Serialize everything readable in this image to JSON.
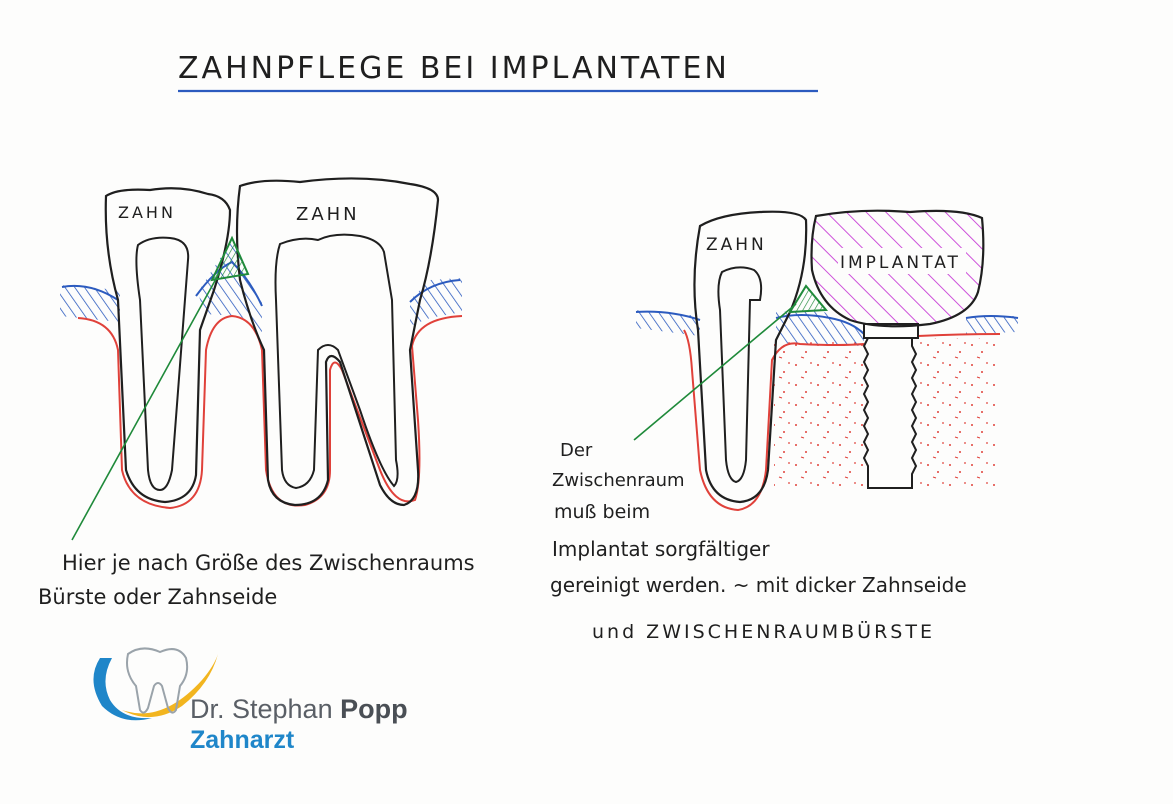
{
  "title": "ZAHNPFLEGE BEI IMPLANTATEN",
  "left_diagram": {
    "tooth1_label": "ZAHN",
    "tooth2_label": "ZAHN",
    "note_line1": "Hier je nach Größe des Zwischenraums",
    "note_line2": "Bürste oder Zahnseide"
  },
  "right_diagram": {
    "tooth_label": "ZAHN",
    "implant_label": "IMPLANTAT",
    "note_line1": "Der",
    "note_line2": "Zwischenraum",
    "note_line3": "muß beim",
    "note_line4": "Implantat sorgfältiger",
    "note_line5": "gereinigt werden. ~ mit dicker Zahnseide",
    "note_line6": "und ZWISCHENRAUMBÜRSTE"
  },
  "logo": {
    "name_prefix": "Dr. Stephan ",
    "name_bold": "Popp",
    "subtitle": "Zahnarzt"
  },
  "colors": {
    "ink": "#1f1f1f",
    "gum_line": "#2c5bbf",
    "bone_line": "#e0413a",
    "plaque": "#1f8a3a",
    "crown_hatch": "#c83fd6",
    "logo_blue": "#1f86c9",
    "logo_yellow": "#f2b51f"
  }
}
